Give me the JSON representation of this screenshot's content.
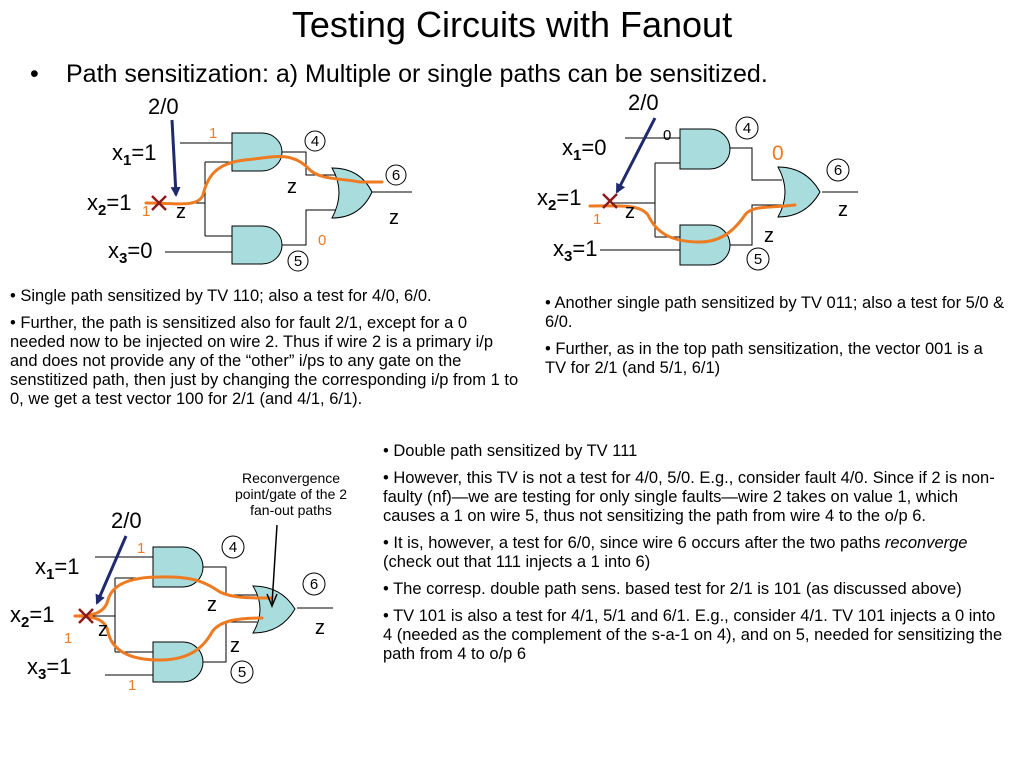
{
  "title": "Testing Circuits with Fanout",
  "subtitle": "Path sensitization: a) Multiple or single paths can be sensitized.",
  "bullet": "•",
  "x_prefix": "x",
  "sub1": "1",
  "sub2": "2",
  "sub3": "3",
  "eq": "=",
  "fault_label": "2/0",
  "z": "z",
  "wires": {
    "w4": "4",
    "w5": "5",
    "w6": "6"
  },
  "circuit_a": {
    "x1": "1",
    "x2": "1",
    "x3": "0",
    "val_top": "1",
    "val_x2": "1",
    "val_bottom": "0"
  },
  "circuit_b": {
    "x1": "0",
    "x2": "1",
    "x3": "1",
    "val_top": "0",
    "val_x2": "1",
    "val_out": "0"
  },
  "circuit_c": {
    "x1": "1",
    "x2": "1",
    "x3": "1",
    "val_top": "1",
    "val_x2": "1",
    "val_bottom": "1"
  },
  "text_left": [
    "• Single path sensitized by TV 110; also a test for 4/0, 6/0.",
    "• Further, the path is sensitized also for fault 2/1, except for a 0 needed now to be injected on wire 2.  Thus if wire 2 is a primary i/p and does not provide any of the “other” i/ps to any gate on the senstitized path, then just by changing the corresponding i/p from 1 to 0, we get a test vector 100 for 2/1 (and 4/1, 6/1)."
  ],
  "text_right": [
    "• Another single path sensitized by TV 011; also a test for 5/0 & 6/0.",
    "• Further, as in the top path sensitization, the vector 001 is a TV for 2/1 (and 5/1, 6/1)"
  ],
  "annotation": "Reconvergence point/gate of the 2 fan-out paths",
  "text_bottom": {
    "p1": "• Double path sensitized by TV 111",
    "p2": "• However, this TV is not a test for 4/0, 5/0. E.g., consider fault 4/0. Since if 2 is non-faulty (nf)—we are testing for only single faults—wire 2 takes on value 1, which causes a 1 on wire 5, thus not sensitizing the path from wire 4 to the o/p 6.",
    "p3_a": "• It is, however, a test for 6/0, since wire 6 occurs after the two paths ",
    "p3_em": "reconverge",
    "p3_b": " (check out that 111 injects a 1 into 6)",
    "p4": "• The corresp. double path sens. based test for 2/1 is 101 (as discussed above)",
    "p5": "• TV 101 is also a test for 4/1, 5/1 and 6/1. E.g., consider 4/1. TV 101 injects a 0 into 4 (needed as the complement of the s-a-1 on 4), and on 5, needed for sensitizing the path from 4 to o/p 6"
  }
}
